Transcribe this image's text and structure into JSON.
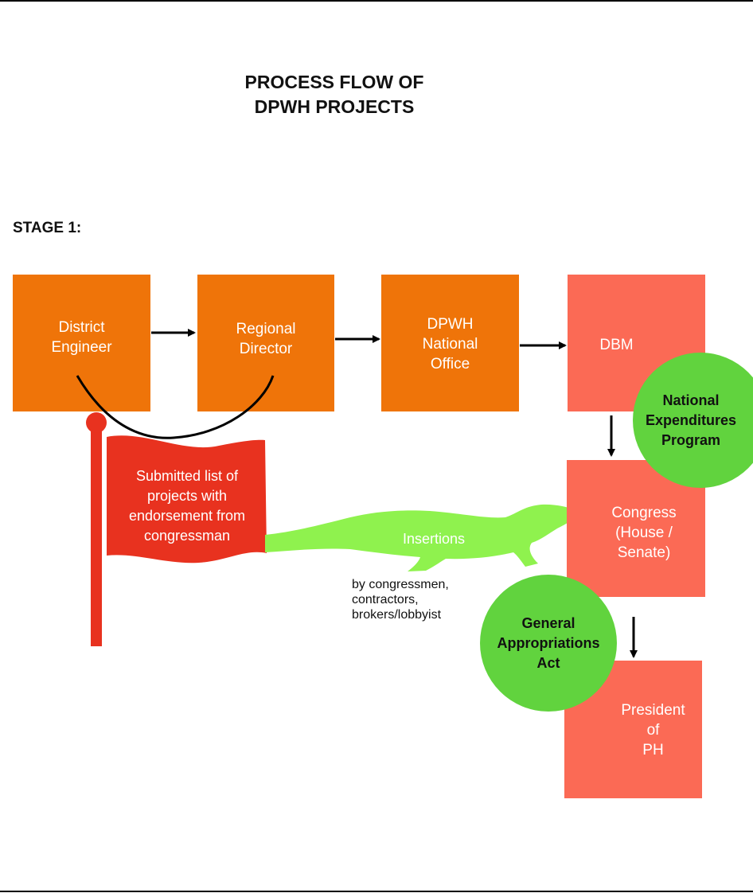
{
  "title": "PROCESS FLOW OF\nDPWH PROJECTS",
  "stage_label": "STAGE 1:",
  "nodes": {
    "district_engineer": "District\nEngineer",
    "regional_director": "Regional\nDirector",
    "dpwh_national_office": "DPWH\nNational\nOffice",
    "dbm": "DBM",
    "congress": "Congress\n(House /\nSenate)",
    "president": "President\nof\nPH"
  },
  "circles": {
    "nep": "National\nExpenditures\nProgram",
    "gaa": "General\nAppropriations\nAct"
  },
  "flag_text": "Submitted list of\nprojects with\nendorsement from\ncongressman",
  "insertions_label": "Insertions",
  "insertions_note": "by congressmen,\ncontractors,\nbrokers/lobbyist",
  "colors": {
    "orange": "#ef7409",
    "salmon": "#fb6a55",
    "green": "#61d33e",
    "croc": "#8ff24e",
    "flag": "#e8321f"
  }
}
